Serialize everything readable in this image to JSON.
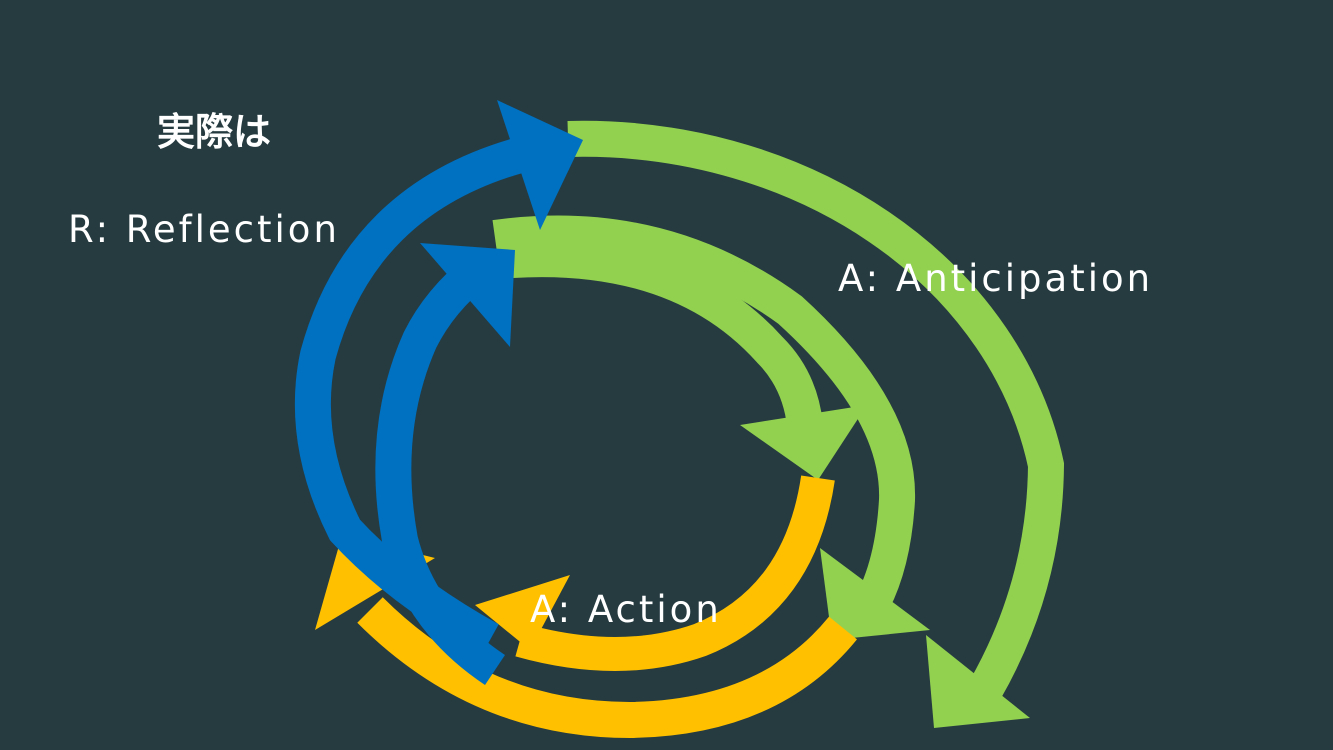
{
  "slide": {
    "heading": "実際は",
    "label_reflection": "R: Reflection",
    "label_anticipation": "A: Anticipation",
    "label_action": "A: Action"
  },
  "colors": {
    "background": "#253b40",
    "text": "#ffffff",
    "reflection": "#0070c0",
    "anticipation": "#92d050",
    "action": "#ffc000"
  }
}
